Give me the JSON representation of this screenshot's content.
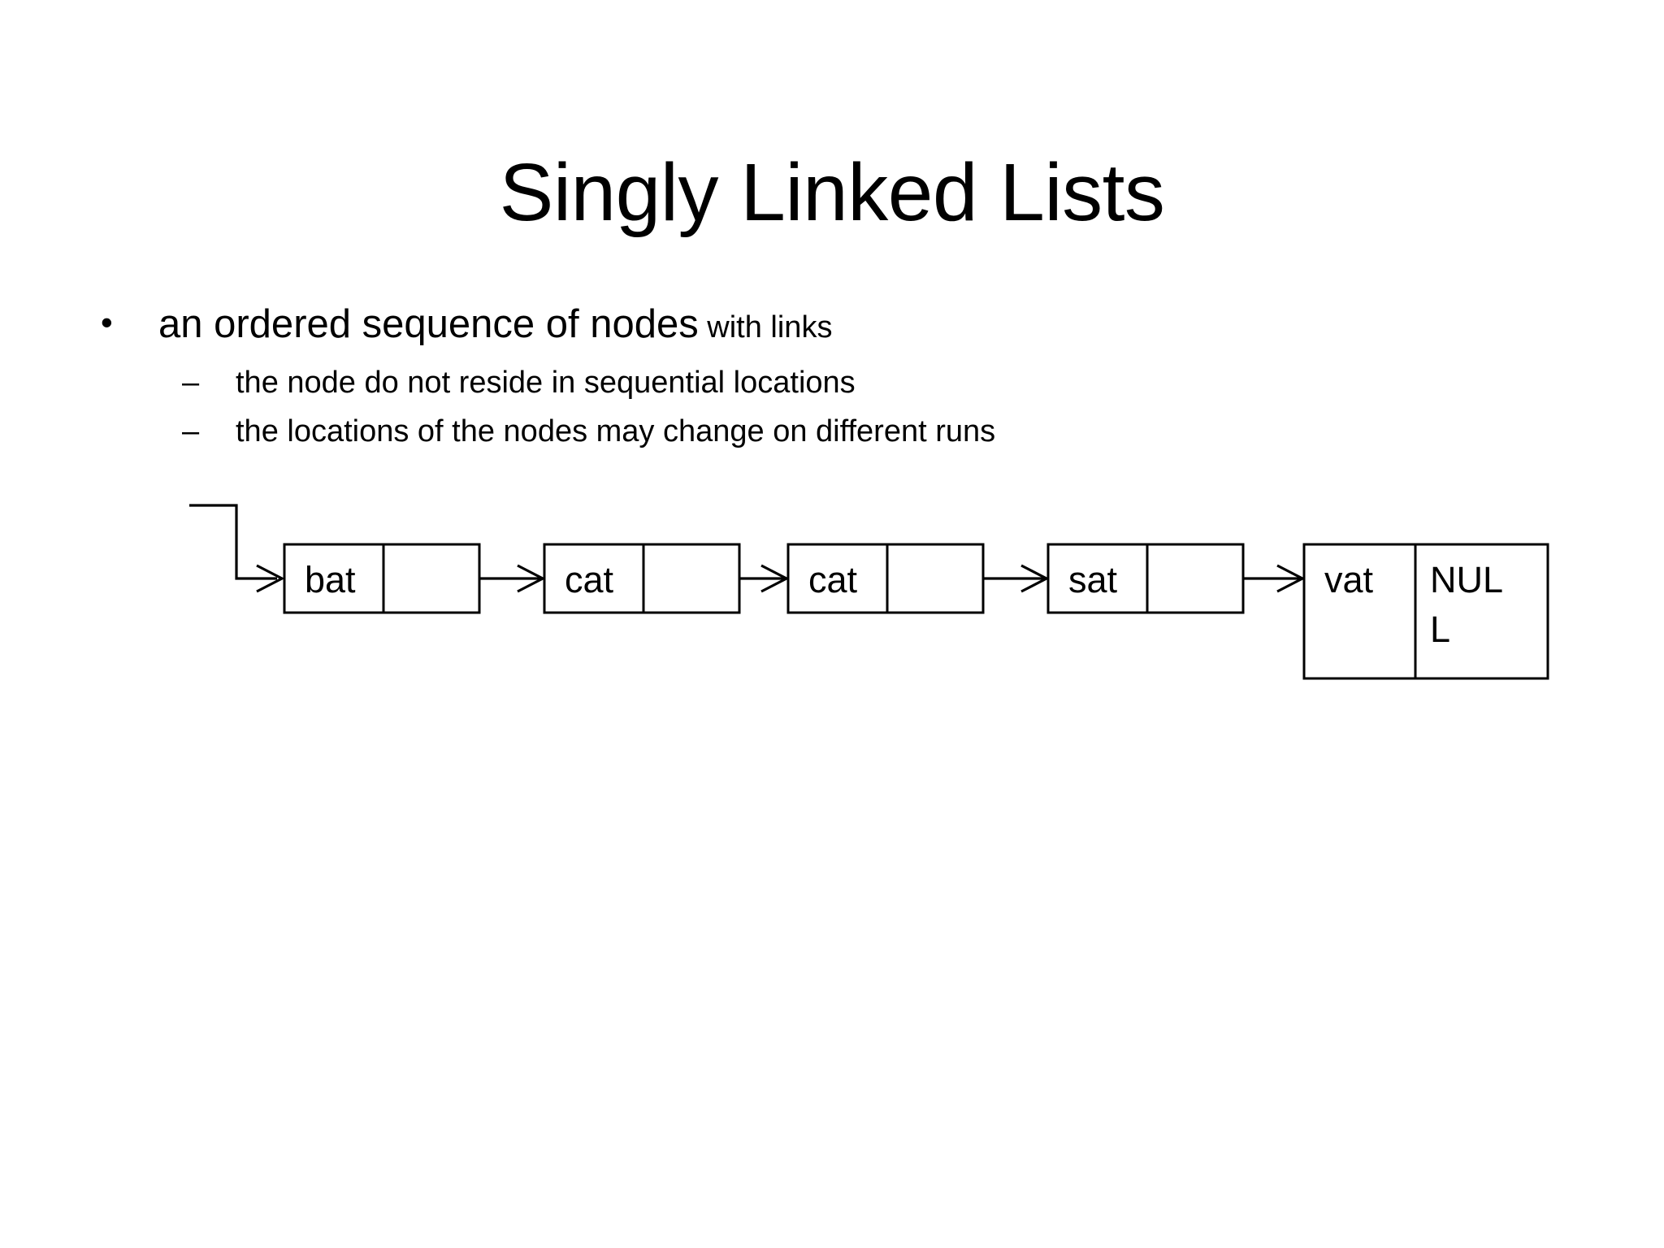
{
  "slide": {
    "title": "Singly Linked Lists",
    "background_color": "#ffffff",
    "text_color": "#000000"
  },
  "bullets": {
    "level1": {
      "marker": "•",
      "main_text": "an ordered sequence of nodes",
      "tail_text": " with links"
    },
    "level2": [
      {
        "marker": "–",
        "text": "the node do not reside in sequential locations"
      },
      {
        "marker": "–",
        "text": "the locations of the nodes may change on different runs"
      }
    ]
  },
  "diagram": {
    "name": "singly-linked-list",
    "head_pointer_label": "",
    "nodes": [
      {
        "data": "bat",
        "link": ""
      },
      {
        "data": "cat",
        "link": ""
      },
      {
        "data": "cat",
        "link": ""
      },
      {
        "data": "sat",
        "link": ""
      },
      {
        "data": "vat",
        "link": "NULL"
      }
    ],
    "terminator": "NULL",
    "stroke_color": "#000000",
    "fill_color": "#ffffff"
  }
}
